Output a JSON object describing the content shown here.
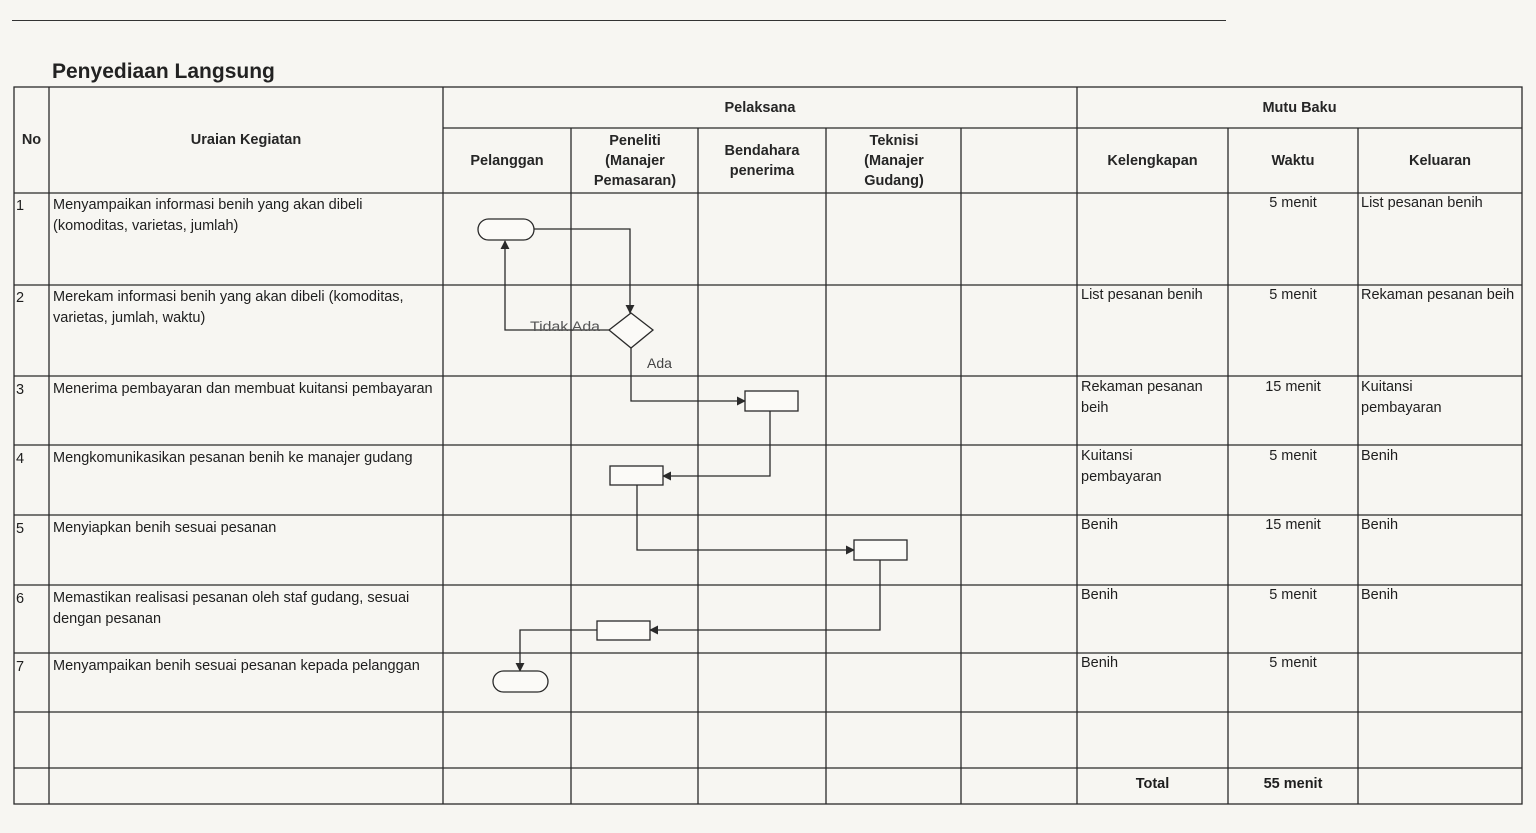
{
  "title": "Penyediaan Langsung",
  "headers": {
    "no": "No",
    "uraian": "Uraian Kegiatan",
    "pelaksana": "Pelaksana",
    "mutu_baku": "Mutu Baku",
    "pelanggan": "Pelanggan",
    "peneliti": "Peneliti (Manajer Pemasaran)",
    "bendahara": "Bendahara penerima",
    "teknisi": "Teknisi (Manajer Gudang)",
    "extra": "",
    "kelengkapan": "Kelengkapan",
    "waktu": "Waktu",
    "keluaran": "Keluaran"
  },
  "rows": [
    {
      "no": "1",
      "uraian": "Menyampaikan informasi benih yang akan dibeli (komoditas, varietas, jumlah)",
      "kelengkapan": "",
      "waktu": "5 menit",
      "keluaran": "List pesanan benih"
    },
    {
      "no": "2",
      "uraian": "Merekam informasi benih yang akan dibeli (komoditas, varietas, jumlah, waktu)",
      "kelengkapan": "List pesanan benih",
      "waktu": "5 menit",
      "keluaran": "Rekaman pesanan beih"
    },
    {
      "no": "3",
      "uraian": "Menerima pembayaran dan membuat kuitansi pembayaran",
      "kelengkapan": "Rekaman pesanan beih",
      "waktu": "15 menit",
      "keluaran": "Kuitansi pembayaran"
    },
    {
      "no": "4",
      "uraian": "Mengkomunikasikan pesanan benih ke manajer gudang",
      "kelengkapan": "Kuitansi pembayaran",
      "waktu": "5 menit",
      "keluaran": "Benih"
    },
    {
      "no": "5",
      "uraian": "Menyiapkan benih sesuai pesanan",
      "kelengkapan": "Benih",
      "waktu": "15 menit",
      "keluaran": "Benih"
    },
    {
      "no": "6",
      "uraian": "Memastikan  realisasi pesanan oleh staf gudang, sesuai dengan pesanan",
      "kelengkapan": "Benih",
      "waktu": "5 menit",
      "keluaran": "Benih"
    },
    {
      "no": "7",
      "uraian": "Menyampaikan benih sesuai pesanan kepada pelanggan",
      "kelengkapan": "Benih",
      "waktu": "5 menit",
      "keluaran": ""
    }
  ],
  "total": {
    "label": "Total",
    "value": "55 menit"
  },
  "flow": {
    "no_label": "Tidak Ada",
    "yes_label": "Ada"
  },
  "colors": {
    "line": "#2a2a2a",
    "paper": "#f7f6f2"
  }
}
